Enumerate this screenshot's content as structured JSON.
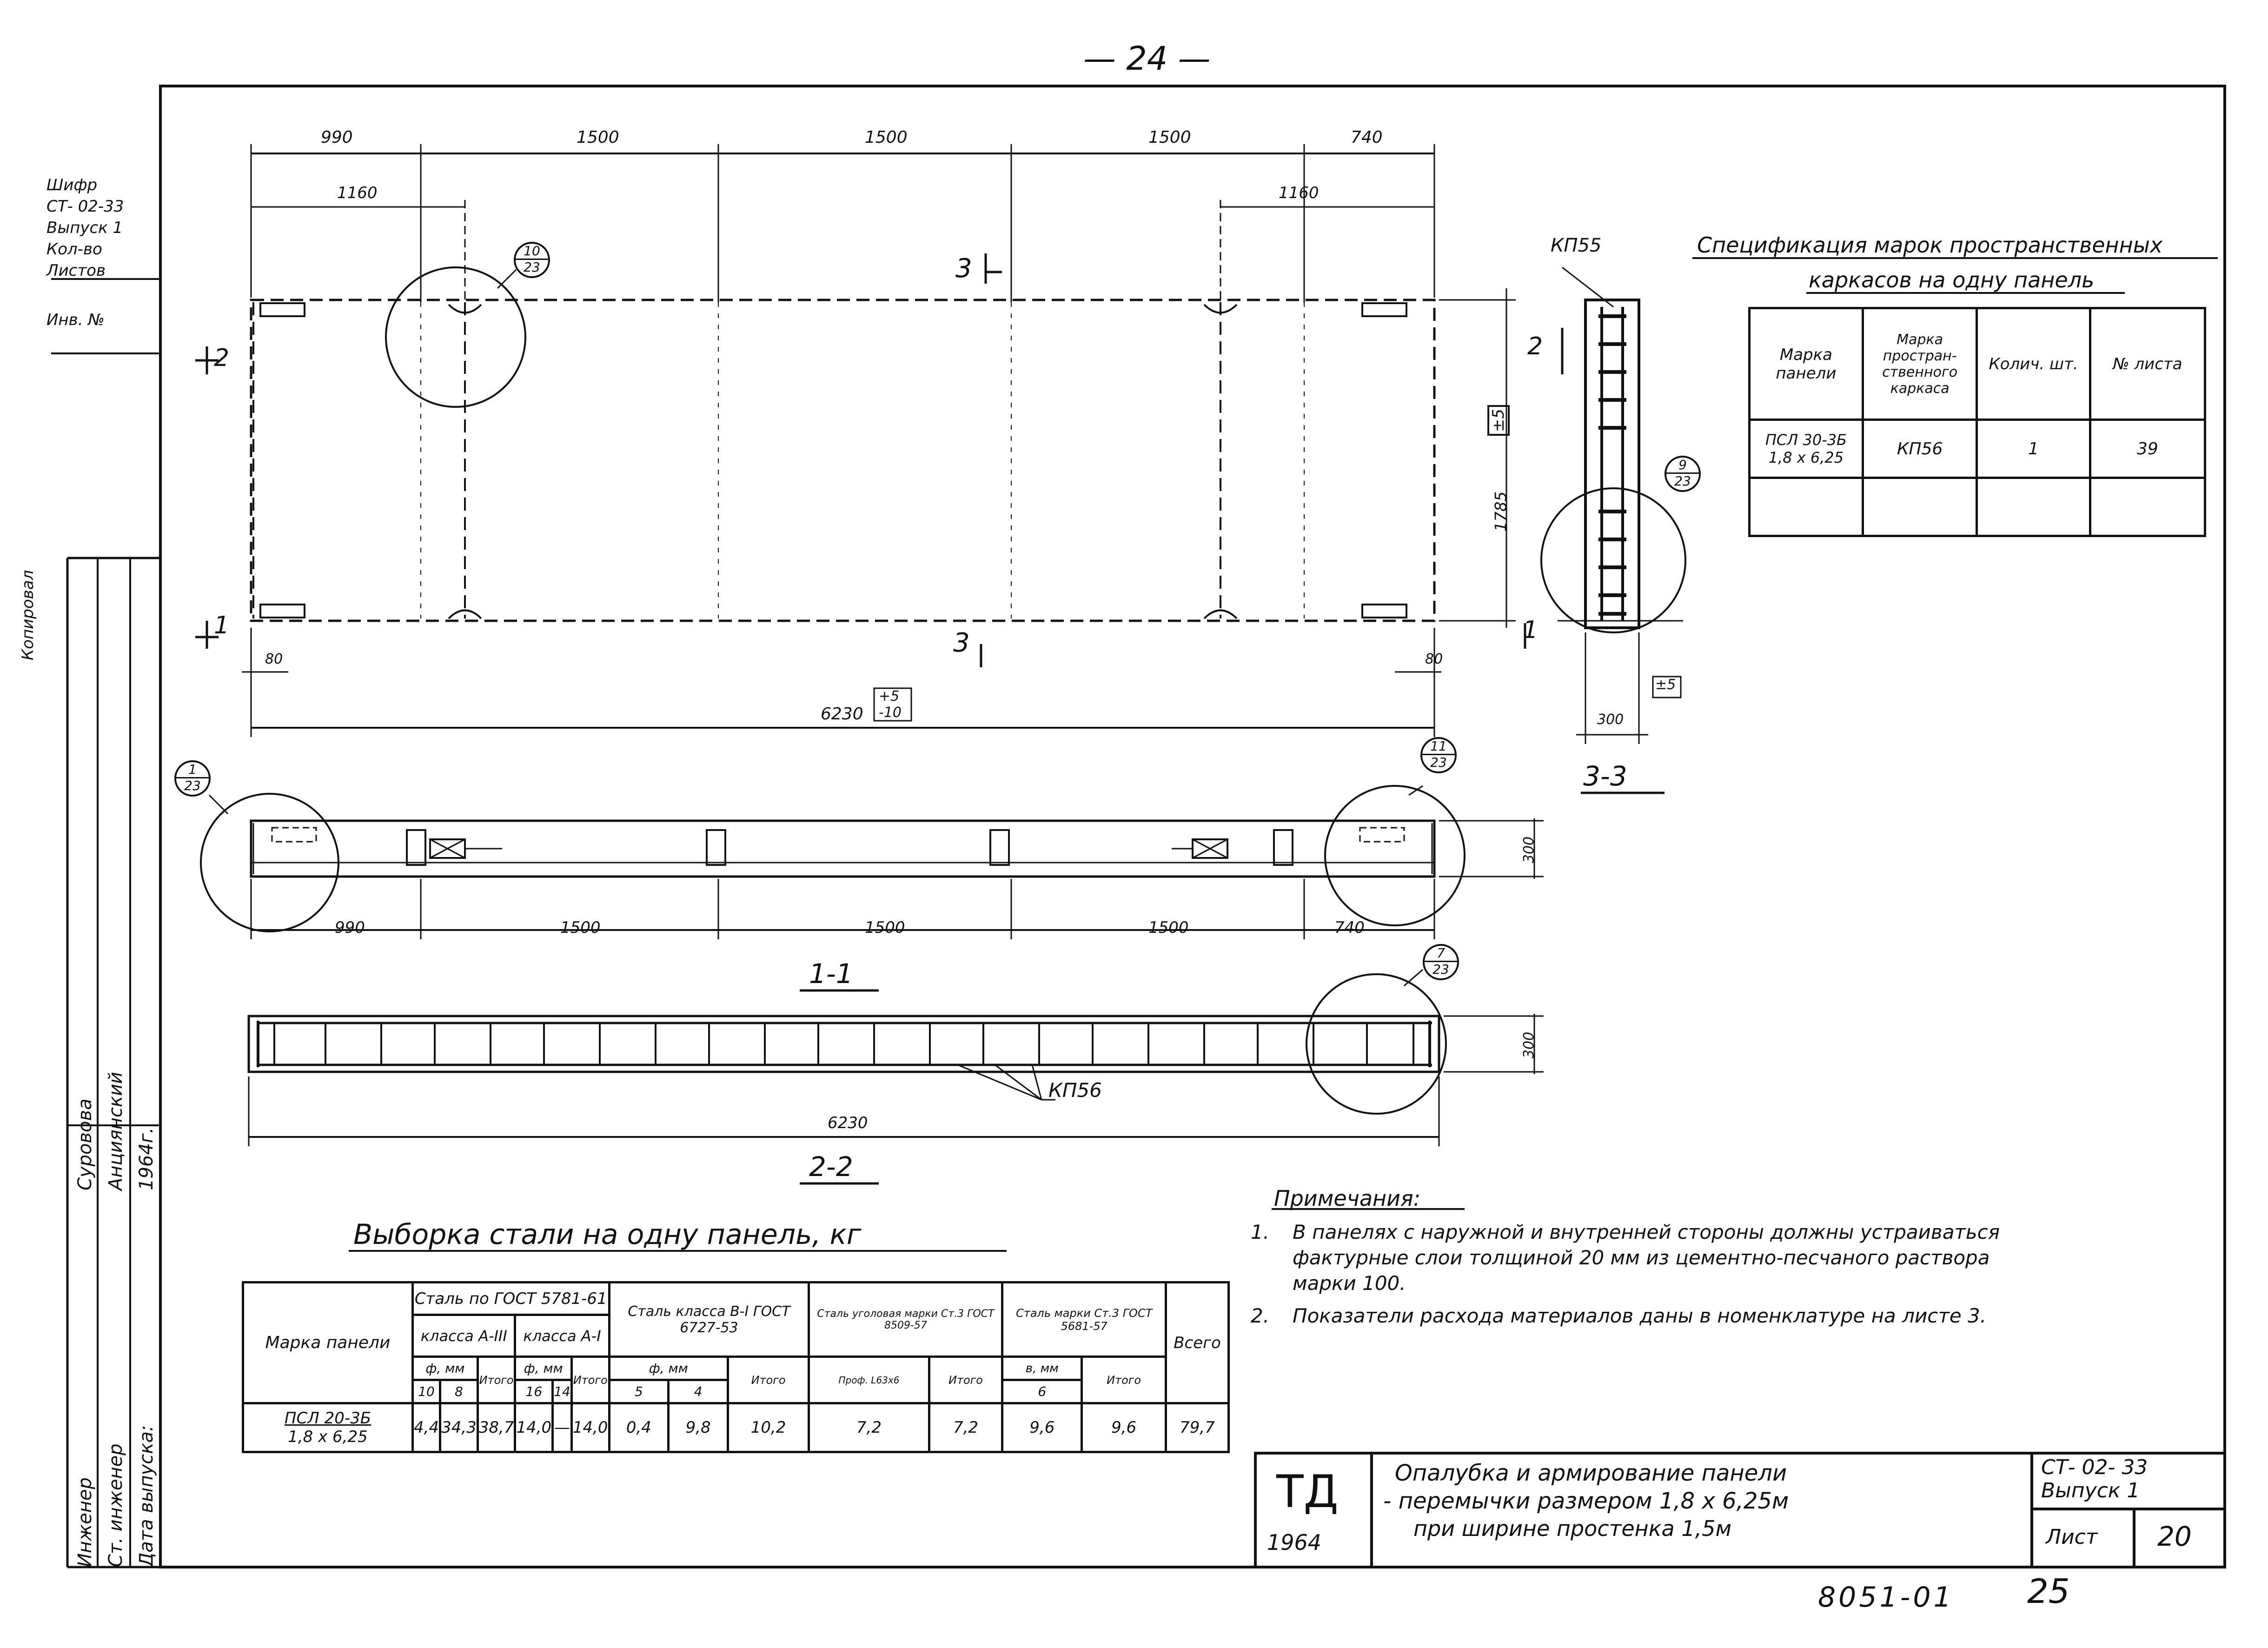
{
  "page_number_top": "— 24 —",
  "side_stamp": {
    "lines": [
      "Шифр",
      "СТ- 02-33",
      "Выпуск 1",
      "Кол-во Листов",
      "Инв. №"
    ],
    "vertical_label": "Копировал"
  },
  "plan": {
    "top_dims": [
      "990",
      "1500",
      "1500",
      "1500",
      "740"
    ],
    "sub_dims": [
      "1160",
      "1160"
    ],
    "height_dim": "1785",
    "height_tol": "±5",
    "length_dim": "6230",
    "length_tol_plus": "+5",
    "length_tol_minus": "-10",
    "edge_dims": [
      "80",
      "80"
    ],
    "section_marks": {
      "s1": "1",
      "s2": "2",
      "s3": "3"
    },
    "callout_10": {
      "num": "10",
      "sheet": "23"
    }
  },
  "section_33": {
    "frame_label": "КП55",
    "width_dim": "300",
    "tol": "±5",
    "title": "3-3",
    "callout_9": {
      "num": "9",
      "sheet": "23"
    },
    "marks": {
      "left": "2",
      "bottom": "1"
    }
  },
  "section_11": {
    "dims": [
      "990",
      "1500",
      "1500",
      "1500",
      "740"
    ],
    "height_dim": "300",
    "title": "1-1",
    "callout_1": {
      "num": "1",
      "sheet": "23"
    },
    "callout_11": {
      "num": "11",
      "sheet": "23"
    }
  },
  "section_22": {
    "length_dim": "6230",
    "height_dim": "300",
    "frame_label": "КП56",
    "title": "2-2",
    "callout_7": {
      "num": "7",
      "sheet": "23"
    }
  },
  "spec_table": {
    "title_line1": "Спецификация марок пространственных",
    "title_line2": "каркасов на одну панель",
    "headers": [
      "Марка панели",
      "Марка простран-ственного каркаса",
      "Колич. шт.",
      "№ листа"
    ],
    "row": [
      "ПСЛ 30-3Б",
      "1,8 х 6,25",
      "КП56",
      "1",
      "39"
    ]
  },
  "steel_table": {
    "title": "Выборка стали на одну панель, кг",
    "h_mark": "Марка панели",
    "h_gost5781": "Сталь по ГОСТ 5781-61",
    "h_classA3": "класса А-III",
    "h_classA1": "класса А-I",
    "h_b1": "Сталь класса В-I ГОСТ 6727-53",
    "h_angle": "Сталь уголовая марки Ст.3 ГОСТ 8509-57",
    "h_st3": "Сталь марки Ст.3 ГОСТ 5681-57",
    "h_total": "Всего",
    "h_phi": "ф, мм",
    "h_itogo": "Итого",
    "h_profile": "Проф. L63х6",
    "h_b_mm": "в, мм",
    "sub": [
      "10",
      "8",
      "16",
      "14",
      "5",
      "4",
      "6"
    ],
    "row_mark": "ПСЛ 20-3Б",
    "row_size": "1,8 х 6,25",
    "values": [
      "4,4",
      "34,3",
      "38,7",
      "14,0",
      "—",
      "14,0",
      "0,4",
      "9,8",
      "10,2",
      "7,2",
      "7,2",
      "9,6",
      "9,6",
      "79,7"
    ]
  },
  "notes": {
    "title": "Примечания:",
    "n1_num": "1.",
    "n1_l1": "В панелях с наружной и внутренней стороны должны устраиваться",
    "n1_l2": "фактурные слои толщиной 20 мм из цементно-песчаного раствора",
    "n1_l3": "марки 100.",
    "n2_num": "2.",
    "n2_l1": "Показатели расхода материалов даны в номенклатуре на листе 3."
  },
  "signatures": {
    "roles": [
      "Инженер",
      "Ст. инженер",
      "Дата выпуска:"
    ],
    "names": [
      "Суровова",
      "Анциянский",
      "1964г."
    ]
  },
  "title_block": {
    "logo": "ТД",
    "year": "1964",
    "line1": "Опалубка и армирование панели",
    "line2": "- перемычки размером 1,8 х 6,25м",
    "line3": "при ширине простенка 1,5м",
    "code": "СТ- 02- 33",
    "issue": "Выпуск 1",
    "sheet_label": "Лист",
    "sheet_num": "20"
  },
  "footer": {
    "doc_num": "8051-01",
    "page": "25"
  }
}
